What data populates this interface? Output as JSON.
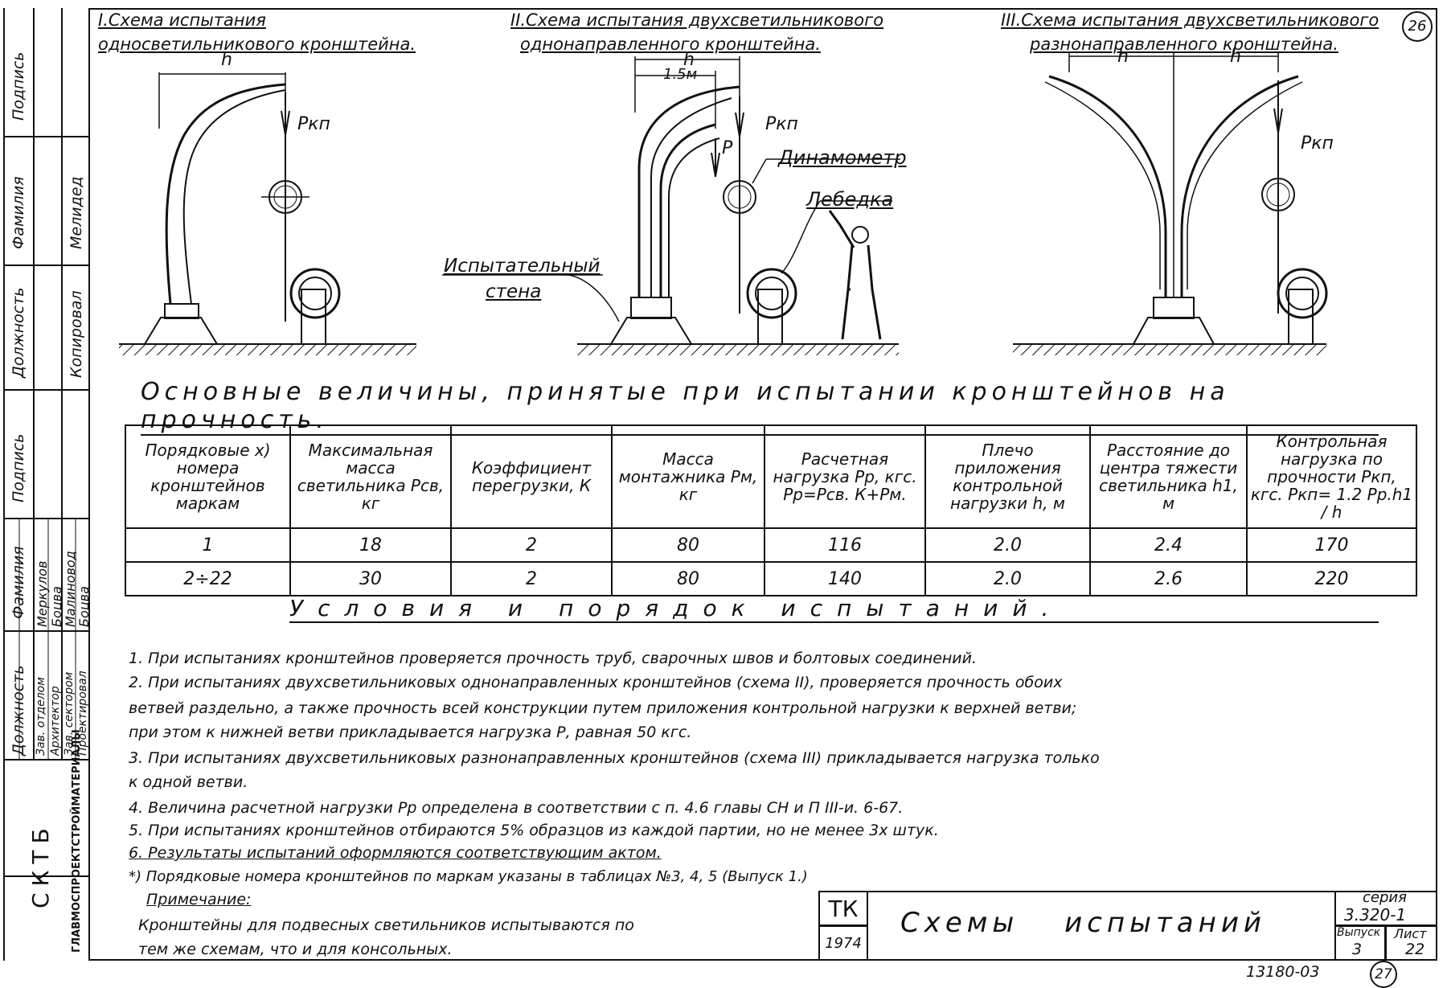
{
  "sheet_number_top": "26",
  "sheet_number_bottom": "27",
  "doc_code": "13180-03",
  "side_stamp": {
    "headers": [
      "Должность",
      "Фамилия",
      "Подпись"
    ],
    "copied_role": "Копировал",
    "copied_name": "Мелидед",
    "roles": [
      "Зав. отделом",
      "Архитектор",
      "Зав. сектором",
      "Проектировал"
    ],
    "names": [
      "Меркулов",
      "Боцва",
      "Малиновод",
      "Боцва"
    ],
    "organization": "ГЛАВМОСПРОЕКТСТРОЙМАТЕРИАЛЫ",
    "bureau": "СКТБ"
  },
  "schemes": [
    {
      "title_line1": "I.Схема испытания",
      "title_line2": "односветильникового кронштейна."
    },
    {
      "title_line1": "II.Схема испытания двухсветильникового",
      "title_line2": "однонаправленного кронштейна."
    },
    {
      "title_line1": "III.Схема испытания двухсветильникового",
      "title_line2": "разнонаправленного кронштейна."
    }
  ],
  "diagram_labels": {
    "h": "h",
    "h_right": "h",
    "distance": "1.5м",
    "pkp": "Ркп",
    "p": "Р",
    "dynamometer": "Динамометр",
    "winch": "Лебедка",
    "test_wall_line1": "Испытательный",
    "test_wall_line2": "стена"
  },
  "main_heading": "Основные величины, принятые при испытании кронштейнов на прочность.",
  "table": {
    "headers": [
      "Порядковые x) номера кронштейнов маркам",
      "Максимальная масса светильника Рсв, кг",
      "Коэффициент перегрузки, К",
      "Масса монтажника Рм, кг",
      "Расчетная нагрузка Рр, кгс. Рр=Рсв. К+Рм.",
      "Плечо приложения контрольной нагрузки h, м",
      "Расстояние до центра тяжести светильника h1, м",
      "Контрольная нагрузка по прочности Ркп, кгс. Ркп= 1.2 Рр.h1 / h"
    ],
    "rows": [
      [
        "1",
        "18",
        "2",
        "80",
        "116",
        "2.0",
        "2.4",
        "170"
      ],
      [
        "2÷22",
        "30",
        "2",
        "80",
        "140",
        "2.0",
        "2.6",
        "220"
      ]
    ]
  },
  "conditions_heading": "Условия и порядок испытаний.",
  "notes": [
    "1. При испытаниях кронштейнов проверяется прочность труб, сварочных швов и болтовых соединений.",
    "2. При испытаниях двухсветильниковых однонаправленных кронштейнов (схема II), проверяется прочность обоих",
    "ветвей раздельно, а также прочность всей конструкции путем приложения контрольной нагрузки к верхней ветви;",
    "при этом к нижней ветви прикладывается нагрузка Р, равная 50 кгс.",
    "3. При испытаниях двухсветильниковых разнонаправленных кронштейнов (схема III) прикладывается нагрузка только",
    "к одной ветви.",
    "4. Величина расчетной нагрузки Рр определена в соответствии с п. 4.6 главы СН и П III-и. 6-67.",
    "5. При испытаниях кронштейнов отбираются 5% образцов из каждой партии, но не менее 3х штук.",
    "6. Результаты испытаний оформляются соответствующим актом."
  ],
  "footnote": "*) Порядковые номера кронштейнов по маркам указаны в таблицах №3, 4, 5 (Выпуск 1.)",
  "remark_title": "Примечание:",
  "remark_line1": "Кронштейны для подвесных светильников испытываются по",
  "remark_line2": "тем же схемам, что и для консольных.",
  "title_block": {
    "tk": "ТК",
    "year": "1974",
    "title": "Схемы испытаний",
    "series_label": "серия",
    "series": "3.320-1",
    "issue_label": "Выпуск",
    "issue": "3",
    "sheet_label": "Лист",
    "sheet": "22"
  }
}
